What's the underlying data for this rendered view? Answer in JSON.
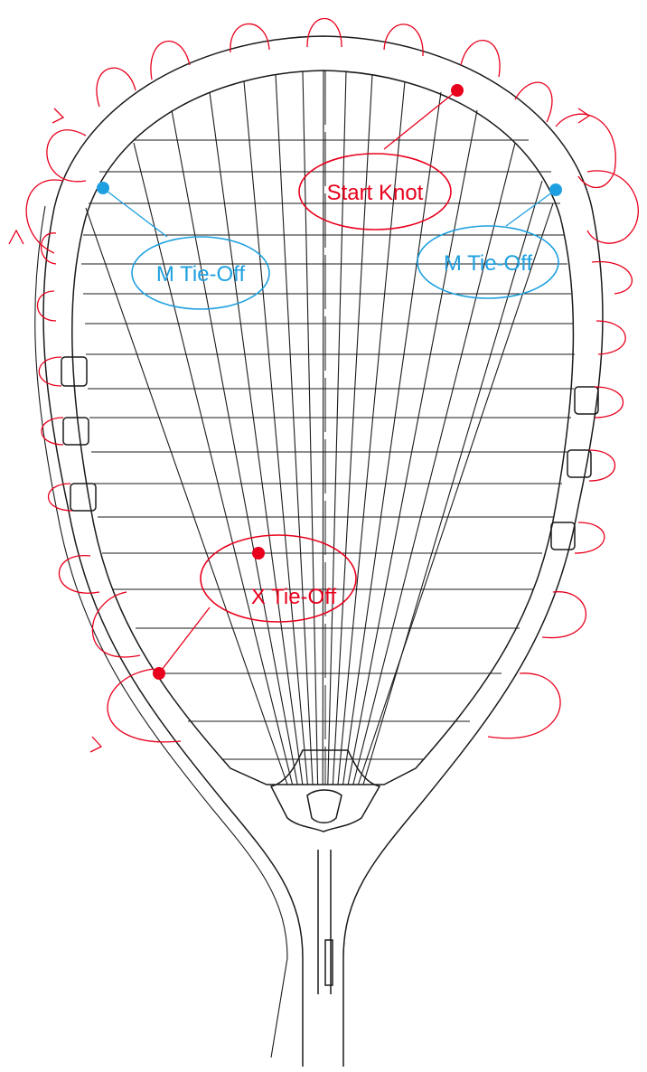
{
  "labels": {
    "start_knot": "Start Knot",
    "m_tie_off_left": "M Tie-Off",
    "m_tie_off_right": "M Tie-Off",
    "x_tie_off": "X Tie-Off"
  },
  "colors": {
    "frame": "#1a1a1a",
    "string": "#1a1a1a",
    "loops_and_start": "#e8001c",
    "m_tie_off": "#1ea0e0",
    "background": "#ffffff"
  },
  "string_pattern": {
    "main_strings": 16,
    "cross_strings": 19
  }
}
